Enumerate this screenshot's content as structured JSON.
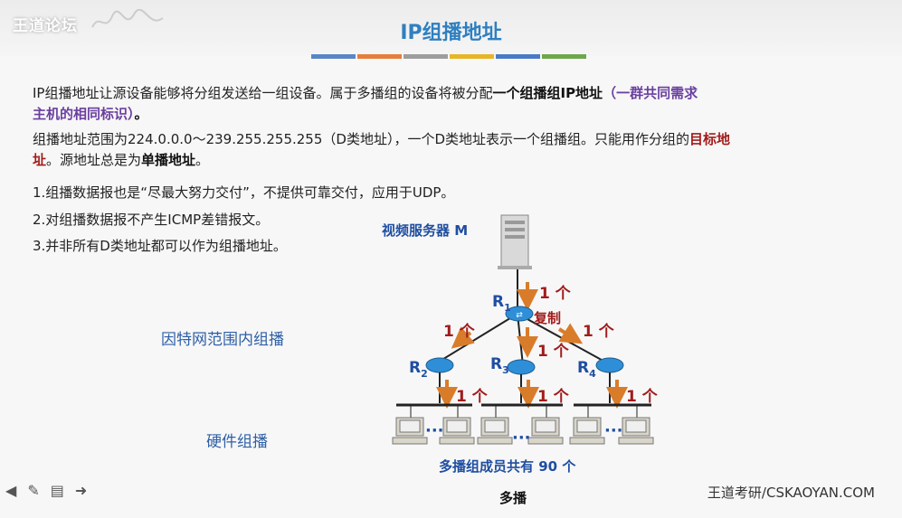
{
  "header": {
    "logo": "王道论坛",
    "title": "IP组播地址"
  },
  "stripes": [
    "#5a86c6",
    "#e57e3a",
    "#9d9d9d",
    "#e7b526",
    "#4a79c7",
    "#6ea64a"
  ],
  "intro": {
    "p1_a": "IP组播地址让源设备能够将分组发送给一组设备。属于多播组的设备将被分配",
    "p1_b": "一个组播组IP地址",
    "p1_c": "（一群共同需求",
    "p1_d": "主机的相同标识）",
    "p1_e": "。",
    "p2_a": "组播地址范围为224.0.0.0～239.255.255.255（D类地址），一个D类地址表示一个组播组。只能用作分组的",
    "p2_b": "目标地",
    "p2_c": "址",
    "p2_d": "。源地址总是为",
    "p2_e": "单播地址",
    "p2_f": "。"
  },
  "points": [
    "1.组播数据报也是“尽最大努力交付”，不提供可靠交付，应用于UDP。",
    "2.对组播数据报不产生ICMP差错报文。",
    "3.并非所有D类地址都可以作为组播地址。"
  ],
  "labels": {
    "internet": "因特网范围内组播",
    "hardware": "硬件组播"
  },
  "diagram": {
    "server": "视频服务器 M",
    "routers": [
      {
        "name": "R",
        "sub": "1"
      },
      {
        "name": "R",
        "sub": "2"
      },
      {
        "name": "R",
        "sub": "3"
      },
      {
        "name": "R",
        "sub": "4"
      }
    ],
    "one": "1 个",
    "copy": "复制",
    "dots": "···",
    "members": "多播组成员共有 90 个",
    "caption": "多播"
  },
  "footer": {
    "icons": [
      "arrow-left-icon",
      "pen-icon",
      "menu-icon",
      "arrow-right-icon"
    ],
    "brand": "王道考研/CSKAOYAN.COM"
  }
}
